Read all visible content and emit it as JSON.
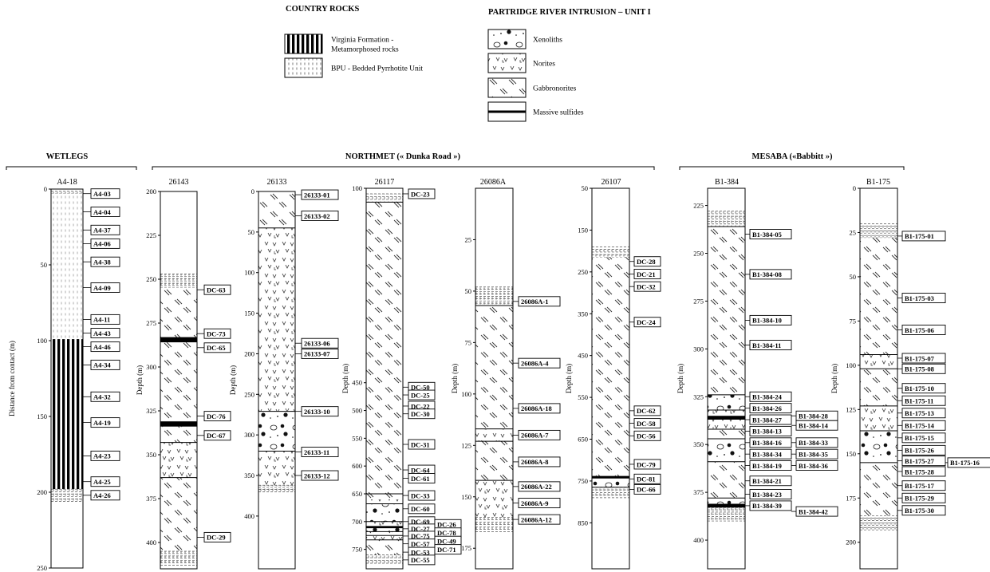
{
  "legend": {
    "country_rocks_title": "COUNTRY ROCKS",
    "intrusion_title": "PARTRIDGE RIVER INTRUSION – UNIT I",
    "country_items": [
      {
        "key": "virginia",
        "pattern": "virginia",
        "lines": [
          "Virginia Formation -",
          "Metamorphosed rocks"
        ]
      },
      {
        "key": "bpu",
        "pattern": "bpu",
        "lines": [
          "BPU - Bedded Pyrrhotite Unit"
        ]
      }
    ],
    "intrusion_items": [
      {
        "key": "xenoliths",
        "pattern": "xenolith",
        "lines": [
          "Xenoliths"
        ]
      },
      {
        "key": "norites",
        "pattern": "norite",
        "lines": [
          "Norites"
        ]
      },
      {
        "key": "gabbronorites",
        "pattern": "gabbro",
        "lines": [
          "Gabbronorites"
        ]
      },
      {
        "key": "massive",
        "pattern": "massive",
        "lines": [
          "Massive sulfides"
        ]
      }
    ]
  },
  "groups": [
    {
      "name": "WETLEGS"
    },
    {
      "name": "NORTHMET (« Dunka Road »)"
    },
    {
      "name": "MESABA («Babbitt »)"
    }
  ],
  "columns": [
    {
      "id": "A4-18",
      "axis_label": "Distance from contact (m)",
      "range": [
        0,
        250
      ],
      "ticks": [
        0,
        50,
        100,
        150,
        200,
        250
      ],
      "units": [
        {
          "type": "bpu",
          "from": 0,
          "to": 3
        },
        {
          "type": "bpu_light",
          "from": 3,
          "to": 99
        },
        {
          "type": "virginia",
          "from": 99,
          "to": 198
        },
        {
          "type": "bpu",
          "from": 198,
          "to": 206
        }
      ],
      "contacts": [],
      "samples": [
        {
          "label": "A4-03",
          "depth": 3
        },
        {
          "label": "A4-04",
          "depth": 15
        },
        {
          "label": "A4-37",
          "depth": 27
        },
        {
          "label": "A4-06",
          "depth": 36
        },
        {
          "label": "A4-38",
          "depth": 48
        },
        {
          "label": "A4-09",
          "depth": 65
        },
        {
          "label": "A4-11",
          "depth": 86
        },
        {
          "label": "A4-43",
          "depth": 95
        },
        {
          "label": "A4-46",
          "depth": 104
        },
        {
          "label": "A4-34",
          "depth": 116
        },
        {
          "label": "A4-32",
          "depth": 137
        },
        {
          "label": "A4-19",
          "depth": 154
        },
        {
          "label": "A4-23",
          "depth": 176
        },
        {
          "label": "A4-25",
          "depth": 193
        },
        {
          "label": "A4-26",
          "depth": 202
        }
      ]
    },
    {
      "id": "26143",
      "axis_label": "Depth (m)",
      "range": [
        200,
        415
      ],
      "ticks": [
        200,
        225,
        250,
        275,
        300,
        325,
        350,
        375,
        400
      ],
      "units": [
        {
          "type": "bpu",
          "from": 247,
          "to": 255
        },
        {
          "type": "gabbro",
          "from": 255,
          "to": 283
        },
        {
          "type": "massive",
          "from": 283,
          "to": 286
        },
        {
          "type": "gabbro",
          "from": 286,
          "to": 331
        },
        {
          "type": "massive",
          "from": 331,
          "to": 334
        },
        {
          "type": "gabbro",
          "from": 334,
          "to": 343
        },
        {
          "type": "norite",
          "from": 343,
          "to": 363
        },
        {
          "type": "gabbro",
          "from": 363,
          "to": 405
        },
        {
          "type": "bpu",
          "from": 405,
          "to": 413
        }
      ],
      "contacts": [
        343,
        363
      ],
      "samples": [
        {
          "label": "DC-63",
          "depth": 256
        },
        {
          "label": "DC-73",
          "depth": 281
        },
        {
          "label": "DC-65",
          "depth": 289
        },
        {
          "label": "DC-76",
          "depth": 328
        },
        {
          "label": "DC-67",
          "depth": 339
        },
        {
          "label": "DC-29",
          "depth": 397
        }
      ]
    },
    {
      "id": "26133",
      "axis_label": "Depth (m)",
      "range": [
        0,
        465
      ],
      "ticks": [
        0,
        50,
        100,
        150,
        200,
        250,
        300,
        350,
        400
      ],
      "units": [
        {
          "type": "gabbro",
          "from": 0,
          "to": 45
        },
        {
          "type": "norite",
          "from": 45,
          "to": 271
        },
        {
          "type": "xenolith",
          "from": 271,
          "to": 320
        },
        {
          "type": "norite",
          "from": 320,
          "to": 362
        },
        {
          "type": "bpu",
          "from": 362,
          "to": 370
        }
      ],
      "contacts": [
        45,
        271,
        320
      ],
      "samples": [
        {
          "label": "26133-01",
          "depth": 4
        },
        {
          "label": "26133-02",
          "depth": 30
        },
        {
          "label": "26133-06",
          "depth": 187
        },
        {
          "label": "26133-07",
          "depth": 200
        },
        {
          "label": "26133-10",
          "depth": 271
        },
        {
          "label": "26133-11",
          "depth": 321
        },
        {
          "label": "26133-12",
          "depth": 350
        }
      ]
    },
    {
      "id": "26117",
      "axis_label": "Depth (m)",
      "range": [
        100,
        785
      ],
      "ticks": [
        100,
        450,
        500,
        550,
        600,
        650,
        700,
        750
      ],
      "units": [
        {
          "type": "bpu",
          "from": 110,
          "to": 125
        },
        {
          "type": "gabbro",
          "from": 125,
          "to": 660
        },
        {
          "type": "norite",
          "from": 660,
          "to": 668
        },
        {
          "type": "xenolith",
          "from": 668,
          "to": 700
        },
        {
          "type": "norite",
          "from": 700,
          "to": 708
        },
        {
          "type": "massive",
          "from": 708,
          "to": 712
        },
        {
          "type": "xenolith",
          "from": 712,
          "to": 718
        },
        {
          "type": "gabbro",
          "from": 718,
          "to": 725
        },
        {
          "type": "norite",
          "from": 725,
          "to": 733
        },
        {
          "type": "gabbro",
          "from": 733,
          "to": 760
        },
        {
          "type": "bpu",
          "from": 760,
          "to": 775
        }
      ],
      "contacts": [
        125,
        650,
        668,
        700,
        718,
        725,
        733
      ],
      "samples": [
        {
          "label": "DC-23",
          "depth": 110
        },
        {
          "label": "DC-50",
          "depth": 458
        },
        {
          "label": "DC-25",
          "depth": 472
        },
        {
          "label": "DC-22",
          "depth": 492
        },
        {
          "label": "DC-30",
          "depth": 506
        },
        {
          "label": "DC-31",
          "depth": 561
        },
        {
          "label": "DC-64",
          "depth": 607
        },
        {
          "label": "DC-61",
          "depth": 622
        },
        {
          "label": "DC-33",
          "depth": 653
        },
        {
          "label": "DC-60",
          "depth": 677
        },
        {
          "label": "DC-69",
          "depth": 700
        },
        {
          "label": "DC-27",
          "depth": 713
        },
        {
          "label": "DC-75",
          "depth": 726
        },
        {
          "label": "DC-57",
          "depth": 740
        },
        {
          "label": "DC-53",
          "depth": 755
        },
        {
          "label": "DC-55",
          "depth": 769
        },
        {
          "label": "DC-26",
          "depth": 705
        },
        {
          "label": "DC-78",
          "depth": 720
        },
        {
          "label": "DC-49",
          "depth": 735
        },
        {
          "label": "DC-71",
          "depth": 750
        }
      ]
    },
    {
      "id": "26086A",
      "axis_label": "Depth (m)",
      "range": [
        0,
        185
      ],
      "ticks": [
        25,
        50,
        75,
        100,
        125,
        150,
        175
      ],
      "units": [
        {
          "type": "bpu",
          "from": 48,
          "to": 57
        },
        {
          "type": "gabbro",
          "from": 57,
          "to": 117
        },
        {
          "type": "norite",
          "from": 117,
          "to": 123
        },
        {
          "type": "gabbro",
          "from": 123,
          "to": 142
        },
        {
          "type": "norite",
          "from": 142,
          "to": 160
        },
        {
          "type": "bpu",
          "from": 160,
          "to": 167
        }
      ],
      "contacts": [
        57,
        117,
        123,
        142
      ],
      "samples": [
        {
          "label": "26086A-1",
          "depth": 55
        },
        {
          "label": "26086A-4",
          "depth": 85
        },
        {
          "label": "26086A-18",
          "depth": 107
        },
        {
          "label": "26086A-7",
          "depth": 120
        },
        {
          "label": "26086A-8",
          "depth": 133
        },
        {
          "label": "26086A-22",
          "depth": 145
        },
        {
          "label": "26086A-9",
          "depth": 153
        },
        {
          "label": "26086A-12",
          "depth": 161
        }
      ]
    },
    {
      "id": "26107",
      "axis_label": "Depth (m)",
      "range": [
        50,
        960
      ],
      "ticks": [
        50,
        150,
        250,
        350,
        450,
        550,
        650,
        750,
        850
      ],
      "units": [
        {
          "type": "bpu",
          "from": 190,
          "to": 215
        },
        {
          "type": "gabbro",
          "from": 215,
          "to": 738
        },
        {
          "type": "massive",
          "from": 738,
          "to": 743
        },
        {
          "type": "xenolith",
          "from": 743,
          "to": 765
        },
        {
          "type": "bpu",
          "from": 765,
          "to": 790
        }
      ],
      "contacts": [
        743,
        765
      ],
      "samples": [
        {
          "label": "DC-28",
          "depth": 225
        },
        {
          "label": "DC-21",
          "depth": 255
        },
        {
          "label": "DC-32",
          "depth": 285
        },
        {
          "label": "DC-24",
          "depth": 370
        },
        {
          "label": "DC-62",
          "depth": 582
        },
        {
          "label": "DC-58",
          "depth": 612
        },
        {
          "label": "DC-56",
          "depth": 642
        },
        {
          "label": "DC-79",
          "depth": 710
        },
        {
          "label": "DC-81",
          "depth": 745
        },
        {
          "label": "DC-66",
          "depth": 770
        }
      ]
    },
    {
      "id": "B1-384",
      "axis_label": "Depth (m)",
      "range": [
        216,
        415
      ],
      "ticks": [
        225,
        250,
        275,
        300,
        325,
        350,
        375,
        400
      ],
      "units": [
        {
          "type": "bpu",
          "from": 228,
          "to": 236
        },
        {
          "type": "gabbro",
          "from": 236,
          "to": 324
        },
        {
          "type": "xenolith",
          "from": 324,
          "to": 332
        },
        {
          "type": "norite",
          "from": 332,
          "to": 335
        },
        {
          "type": "massive",
          "from": 335,
          "to": 337
        },
        {
          "type": "norite",
          "from": 337,
          "to": 342
        },
        {
          "type": "gabbro",
          "from": 342,
          "to": 347
        },
        {
          "type": "xenolith",
          "from": 347,
          "to": 359
        },
        {
          "type": "gabbro",
          "from": 359,
          "to": 378
        },
        {
          "type": "xenolith",
          "from": 378,
          "to": 381
        },
        {
          "type": "massive",
          "from": 381,
          "to": 383
        },
        {
          "type": "bpu",
          "from": 383,
          "to": 390
        }
      ],
      "contacts": [
        236,
        324,
        332,
        342,
        347,
        359,
        378
      ],
      "samples": [
        {
          "label": "B1-384-05",
          "depth": 240
        },
        {
          "label": "B1-384-08",
          "depth": 261
        },
        {
          "label": "B1-384-10",
          "depth": 285
        },
        {
          "label": "B1-384-11",
          "depth": 298
        },
        {
          "label": "B1-384-24",
          "depth": 325
        },
        {
          "label": "B1-384-26",
          "depth": 331
        },
        {
          "label": "B1-384-27",
          "depth": 337
        },
        {
          "label": "B1-384-13",
          "depth": 343
        },
        {
          "label": "B1-384-16",
          "depth": 349
        },
        {
          "label": "B1-384-34",
          "depth": 355
        },
        {
          "label": "B1-384-19",
          "depth": 361
        },
        {
          "label": "B1-384-21",
          "depth": 369
        },
        {
          "label": "B1-384-23",
          "depth": 376
        },
        {
          "label": "B1-384-39",
          "depth": 382
        },
        {
          "label": "B1-384-28",
          "depth": 335
        },
        {
          "label": "B1-384-14",
          "depth": 340
        },
        {
          "label": "B1-384-33",
          "depth": 349
        },
        {
          "label": "B1-384-35",
          "depth": 355
        },
        {
          "label": "B1-384-36",
          "depth": 361
        },
        {
          "label": "B1-384-42",
          "depth": 385
        }
      ]
    },
    {
      "id": "B1-175",
      "axis_label": "Depth (m)",
      "range": [
        0,
        215
      ],
      "ticks": [
        0,
        25,
        50,
        75,
        100,
        125,
        150,
        175,
        200
      ],
      "units": [
        {
          "type": "bpu",
          "from": 20,
          "to": 28
        },
        {
          "type": "gabbro",
          "from": 28,
          "to": 94
        },
        {
          "type": "norite",
          "from": 94,
          "to": 102
        },
        {
          "type": "gabbro",
          "from": 102,
          "to": 123
        },
        {
          "type": "norite",
          "from": 123,
          "to": 137
        },
        {
          "type": "xenolith",
          "from": 137,
          "to": 155
        },
        {
          "type": "gabbro",
          "from": 155,
          "to": 185
        },
        {
          "type": "bpu",
          "from": 185,
          "to": 193
        }
      ],
      "contacts": [
        94,
        102,
        123,
        137,
        155
      ],
      "samples": [
        {
          "label": "B1-175-01",
          "depth": 27
        },
        {
          "label": "B1-175-03",
          "depth": 62
        },
        {
          "label": "B1-175-06",
          "depth": 80
        },
        {
          "label": "B1-175-07",
          "depth": 96
        },
        {
          "label": "B1-175-08",
          "depth": 102
        },
        {
          "label": "B1-175-10",
          "depth": 113
        },
        {
          "label": "B1-175-11",
          "depth": 120
        },
        {
          "label": "B1-175-13",
          "depth": 127
        },
        {
          "label": "B1-175-14",
          "depth": 134
        },
        {
          "label": "B1-175-15",
          "depth": 141
        },
        {
          "label": "B1-175-26",
          "depth": 148
        },
        {
          "label": "B1-175-27",
          "depth": 154
        },
        {
          "label": "B1-175-28",
          "depth": 160
        },
        {
          "label": "B1-175-17",
          "depth": 168
        },
        {
          "label": "B1-175-29",
          "depth": 175
        },
        {
          "label": "B1-175-30",
          "depth": 182
        },
        {
          "label": "B1-175-16",
          "depth": 155
        }
      ]
    }
  ]
}
